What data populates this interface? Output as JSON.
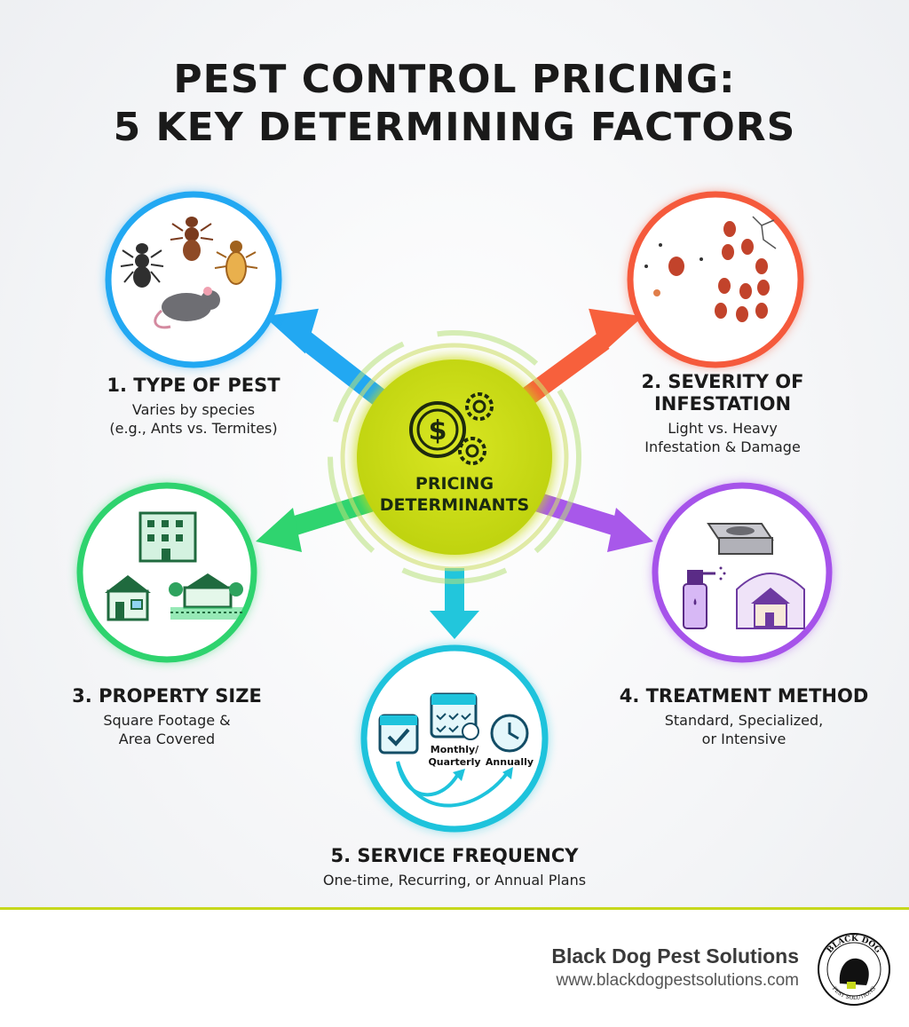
{
  "title": {
    "line1": "PEST CONTROL PRICING:",
    "line2": "5 KEY DETERMINING FACTORS"
  },
  "center": {
    "line1": "PRICING",
    "line2": "DETERMINANTS",
    "color": "#cbdc14"
  },
  "factors": [
    {
      "heading": "1. TYPE OF PEST",
      "desc1": "Varies by species",
      "desc2": "(e.g., Ants vs. Termites)",
      "color": "#20a6f0"
    },
    {
      "heading1": "2. SEVERITY OF",
      "heading2": "INFESTATION",
      "desc1": "Light vs. Heavy",
      "desc2": "Infestation & Damage",
      "color": "#f55a3c"
    },
    {
      "heading": "3. PROPERTY SIZE",
      "desc1": "Square Footage &",
      "desc2": "Area Covered",
      "color": "#2ed36e"
    },
    {
      "heading": "4. TREATMENT METHOD",
      "desc1": "Standard, Specialized,",
      "desc2": "or Intensive",
      "color": "#a653ea"
    },
    {
      "heading": "5. SERVICE FREQUENCY",
      "desc1": "One-time, Recurring, or Annual Plans",
      "color": "#1ec3dc"
    }
  ],
  "frequency_icons": {
    "label1a": "Monthly/",
    "label1b": "Quarterly",
    "label2": "Annually"
  },
  "footer": {
    "company": "Black Dog Pest Solutions",
    "url": "www.blackdogpestsolutions.com",
    "logo_top": "BLACK DOG",
    "logo_bottom": "PEST SOLUTIONS",
    "accent": "#c6d81c"
  }
}
